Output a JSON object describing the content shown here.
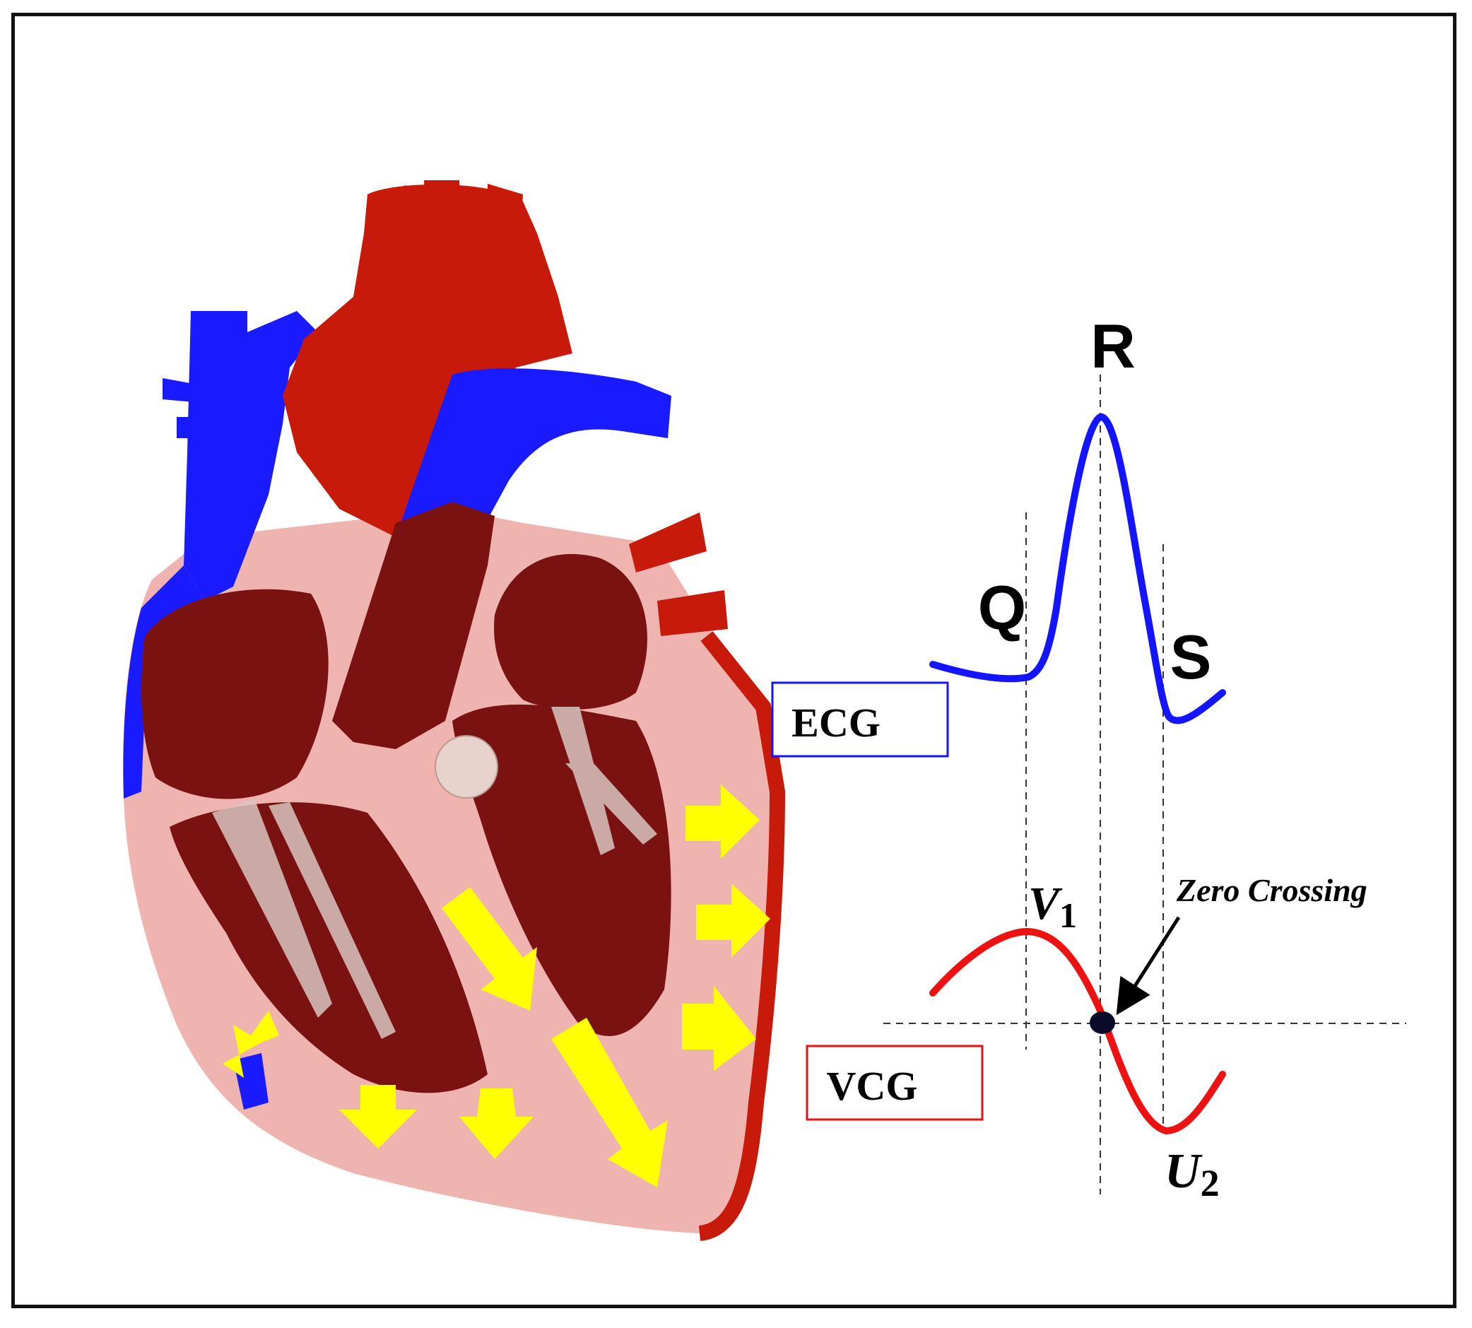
{
  "colors": {
    "ecg": "#1414ff",
    "vcg": "#ee1111",
    "arrow": "#ffff00",
    "vein": "#1a1aff",
    "artery": "#c81a0a",
    "muscle": "#efb4b0",
    "chamber": "#7a1212"
  },
  "ecg": {
    "box_label": "ECG",
    "q_label": "Q",
    "r_label": "R",
    "s_label": "S"
  },
  "vcg": {
    "box_label": "VCG",
    "v_label": "V",
    "v_sub": "1",
    "u_label": "U",
    "u_sub": "2",
    "zero_crossing_label": "Zero Crossing"
  }
}
